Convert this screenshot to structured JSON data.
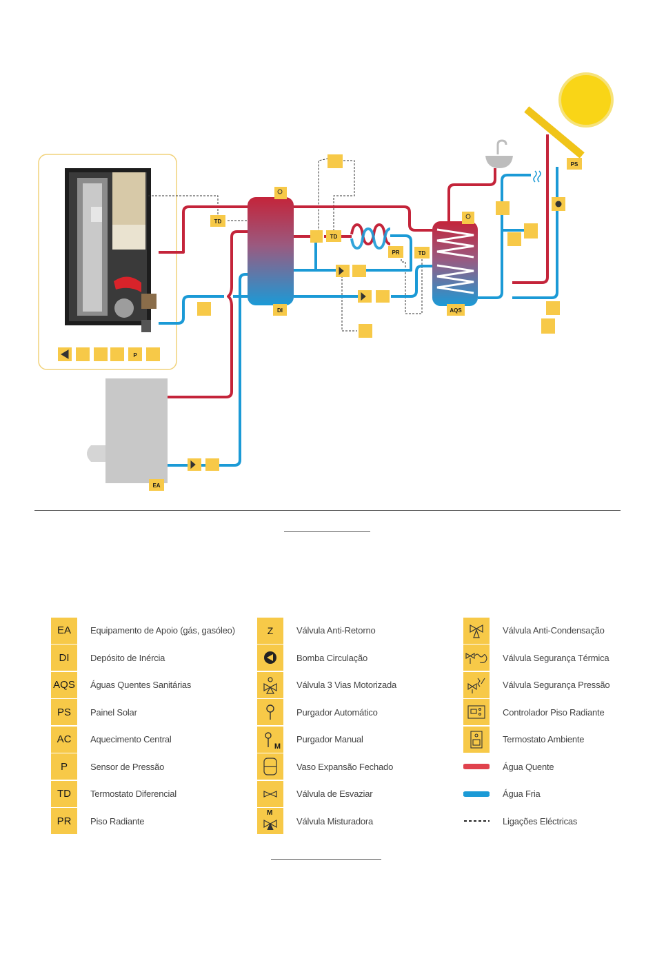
{
  "colors": {
    "hot": "#c4243a",
    "cold": "#1b9ad6",
    "badge": "#f7c948",
    "boiler_frame": "#f1d27a",
    "support_equipment": "#c8c8c8",
    "electric": "#333333"
  },
  "diagram_labels": {
    "td_1": "TD",
    "td_2": "TD",
    "td_3": "TD",
    "di": "DI",
    "pr": "PR",
    "aqs": "AQS",
    "ps": "PS",
    "ea": "EA",
    "boiler_p": "P"
  },
  "legend": {
    "col1": [
      {
        "code": "EA",
        "label": "Equipamento de Apoio (gás, gasóleo)"
      },
      {
        "code": "DI",
        "label": "Depósito de Inércia"
      },
      {
        "code": "AQS",
        "label": "Águas Quentes Sanitárias"
      },
      {
        "code": "PS",
        "label": "Painel Solar"
      },
      {
        "code": "AC",
        "label": "Aquecimento Central"
      },
      {
        "code": "P",
        "label": "Sensor de Pressão"
      },
      {
        "code": "TD",
        "label": "Termostato Diferencial"
      },
      {
        "code": "PR",
        "label": "Piso Radiante"
      }
    ],
    "col2": [
      {
        "icon": "check-valve-icon",
        "code": "Z",
        "label": "Válvula Anti-Retorno"
      },
      {
        "icon": "circulation-pump-icon",
        "label": "Bomba Circulação"
      },
      {
        "icon": "motorized-3-way-valve-icon",
        "label": "Válvula 3 Vias Motorizada"
      },
      {
        "icon": "automatic-purger-icon",
        "label": "Purgador Automático"
      },
      {
        "icon": "manual-purger-icon",
        "code": "M",
        "label": "Purgador Manual"
      },
      {
        "icon": "expansion-vessel-icon",
        "label": "Vaso Expansão Fechado"
      },
      {
        "icon": "drain-valve-icon",
        "label": "Válvula de Esvaziar"
      },
      {
        "icon": "mixing-valve-icon",
        "code": "M",
        "label": "Válvula Misturadora"
      }
    ],
    "col3": [
      {
        "icon": "anti-condensation-valve-icon",
        "label": "Válvula Anti-Condensação"
      },
      {
        "icon": "thermal-safety-valve-icon",
        "label": "Válvula Segurança Térmica"
      },
      {
        "icon": "pressure-safety-valve-icon",
        "label": "Válvula Segurança Pressão"
      },
      {
        "icon": "floor-heating-controller-icon",
        "label": "Controlador Piso Radiante"
      },
      {
        "icon": "room-thermostat-icon",
        "label": "Termostato Ambiente"
      },
      {
        "icon": "hot-water-line-icon",
        "label": "Água Quente"
      },
      {
        "icon": "cold-water-line-icon",
        "label": "Água Fria"
      },
      {
        "icon": "electrical-connection-line-icon",
        "label": "Ligações Eléctricas"
      }
    ]
  }
}
